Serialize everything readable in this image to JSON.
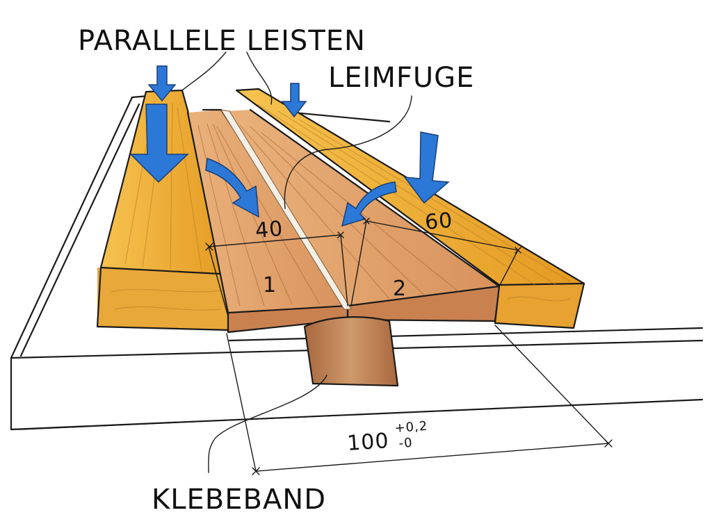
{
  "labels": {
    "parallel_strips": "PARALLELE LEISTEN",
    "glue_joint": "LEIMFUGE",
    "tape": "KLEBEBAND",
    "dim_left": "40",
    "dim_right": "60",
    "dim_total": "100",
    "tol_plus": "+0,2",
    "tol_minus": "-0",
    "piece_1": "1",
    "piece_2": "2"
  },
  "colors": {
    "strip_yellow": "#f1b43a",
    "strip_shade": "#d98d1f",
    "board_wood": "#e3a36d",
    "board_shade": "#c9814e",
    "tape_brown": "#b7794a",
    "arrow_blue": "#2b78d6"
  }
}
